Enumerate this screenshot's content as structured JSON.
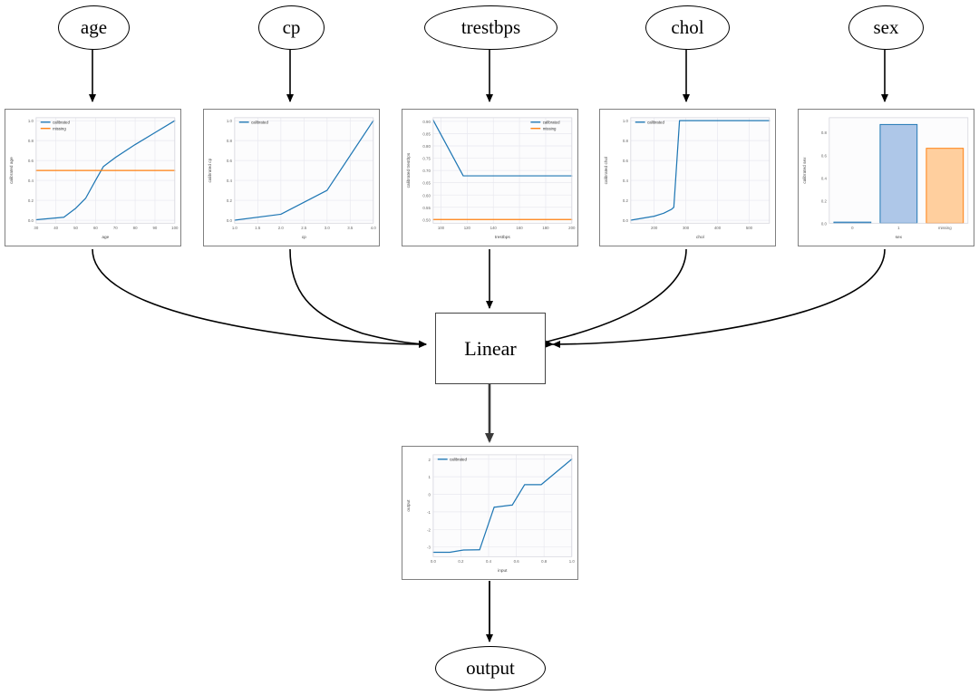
{
  "graph": {
    "input_nodes": [
      {
        "id": "age",
        "label": "age"
      },
      {
        "id": "cp",
        "label": "cp"
      },
      {
        "id": "trestbps",
        "label": "trestbps"
      },
      {
        "id": "chol",
        "label": "chol"
      },
      {
        "id": "sex",
        "label": "sex"
      }
    ],
    "linear_node": {
      "label": "Linear"
    },
    "output_node": {
      "label": "output"
    }
  },
  "colors": {
    "calibrated": "#1f77b4",
    "missing": "#ff7f0e",
    "bar_blue_fill": "#aec7e8",
    "bar_orange_fill": "#ffcf9e",
    "grid": "#e8e8ef",
    "axis_text": "#666666",
    "edge": "#000000",
    "card_border": "#808080"
  },
  "chart_data": [
    {
      "id": "age",
      "type": "line",
      "xlabel": "age",
      "ylabel": "calibrated age",
      "xlim": [
        30,
        100
      ],
      "ylim": [
        -0.03,
        1.03
      ],
      "xticks": [
        30,
        40,
        50,
        60,
        70,
        80,
        90,
        100
      ],
      "yticks": [
        0.0,
        0.2,
        0.4,
        0.6,
        0.8,
        1.0
      ],
      "grid": true,
      "legend": [
        "calibrated",
        "missing"
      ],
      "legend_position": "upper left",
      "series": [
        {
          "name": "calibrated",
          "x": [
            30,
            44,
            50,
            55,
            60,
            64,
            70,
            80,
            90,
            100
          ],
          "y": [
            0.005,
            0.03,
            0.12,
            0.22,
            0.4,
            0.54,
            0.63,
            0.76,
            0.88,
            1.0
          ]
        },
        {
          "name": "missing",
          "x": [
            30,
            100
          ],
          "y": [
            0.5,
            0.5
          ]
        }
      ]
    },
    {
      "id": "cp",
      "type": "line",
      "xlabel": "cp",
      "ylabel": "calibrated cp",
      "xlim": [
        1.0,
        4.0
      ],
      "ylim": [
        -0.03,
        1.03
      ],
      "xticks": [
        1.0,
        1.5,
        2.0,
        2.5,
        3.0,
        3.5,
        4.0
      ],
      "yticks": [
        0.0,
        0.2,
        0.4,
        0.6,
        0.8,
        1.0
      ],
      "grid": true,
      "legend": [
        "calibrated"
      ],
      "legend_position": "upper left",
      "series": [
        {
          "name": "calibrated",
          "x": [
            1.0,
            2.0,
            3.0,
            4.0
          ],
          "y": [
            0.0,
            0.06,
            0.3,
            1.0
          ]
        }
      ]
    },
    {
      "id": "trestbps",
      "type": "line",
      "xlabel": "trestbps",
      "ylabel": "calibrated trestbps",
      "xlim": [
        94,
        200
      ],
      "ylim": [
        0.485,
        0.915
      ],
      "xticks": [
        100,
        120,
        140,
        160,
        180,
        200
      ],
      "yticks": [
        0.5,
        0.55,
        0.6,
        0.65,
        0.7,
        0.75,
        0.8,
        0.85,
        0.9
      ],
      "grid": true,
      "legend": [
        "calibrated",
        "missing"
      ],
      "legend_position": "upper right",
      "series": [
        {
          "name": "calibrated",
          "x": [
            94,
            117,
            200
          ],
          "y": [
            0.905,
            0.678,
            0.678
          ]
        },
        {
          "name": "missing",
          "x": [
            94,
            200
          ],
          "y": [
            0.5,
            0.5
          ]
        }
      ]
    },
    {
      "id": "chol",
      "type": "line",
      "xlabel": "chol",
      "ylabel": "calibrated chol",
      "xlim": [
        126,
        564
      ],
      "ylim": [
        -0.03,
        1.03
      ],
      "xticks": [
        200,
        300,
        400,
        500
      ],
      "yticks": [
        0.0,
        0.2,
        0.4,
        0.6,
        0.8,
        1.0
      ],
      "grid": true,
      "legend": [
        "calibrated"
      ],
      "legend_position": "upper left",
      "series": [
        {
          "name": "calibrated",
          "x": [
            126,
            200,
            230,
            255,
            262,
            280,
            564
          ],
          "y": [
            0.0,
            0.04,
            0.07,
            0.11,
            0.13,
            1.0,
            1.0
          ]
        }
      ]
    },
    {
      "id": "sex",
      "type": "bar",
      "xlabel": "sex",
      "ylabel": "calibrated sex",
      "categories": [
        "0",
        "1",
        "missing"
      ],
      "values": [
        0.005,
        0.87,
        0.66
      ],
      "bar_colors": [
        "#1f77b4",
        "#1f77b4",
        "#ff7f0e"
      ],
      "ylim": [
        0.0,
        0.93
      ],
      "yticks": [
        0.0,
        0.2,
        0.4,
        0.6,
        0.8
      ],
      "grid": false,
      "legend": []
    },
    {
      "id": "output",
      "type": "line",
      "xlabel": "input",
      "ylabel": "output",
      "xlim": [
        0.0,
        1.0
      ],
      "ylim": [
        -3.55,
        2.25
      ],
      "xticks": [
        0.0,
        0.2,
        0.4,
        0.6,
        0.8,
        1.0
      ],
      "yticks": [
        -3,
        -2,
        -1,
        0,
        1,
        2
      ],
      "grid": true,
      "legend": [
        "calibrated"
      ],
      "legend_position": "upper left",
      "series": [
        {
          "name": "calibrated",
          "x": [
            0.0,
            0.12,
            0.22,
            0.33,
            0.335,
            0.44,
            0.45,
            0.56,
            0.57,
            0.66,
            0.67,
            0.78,
            0.79,
            1.0
          ],
          "y": [
            -3.3,
            -3.3,
            -3.17,
            -3.16,
            -3.16,
            -0.73,
            -0.73,
            -0.62,
            -0.62,
            0.55,
            0.55,
            0.55,
            0.62,
            2.0
          ]
        }
      ]
    }
  ]
}
